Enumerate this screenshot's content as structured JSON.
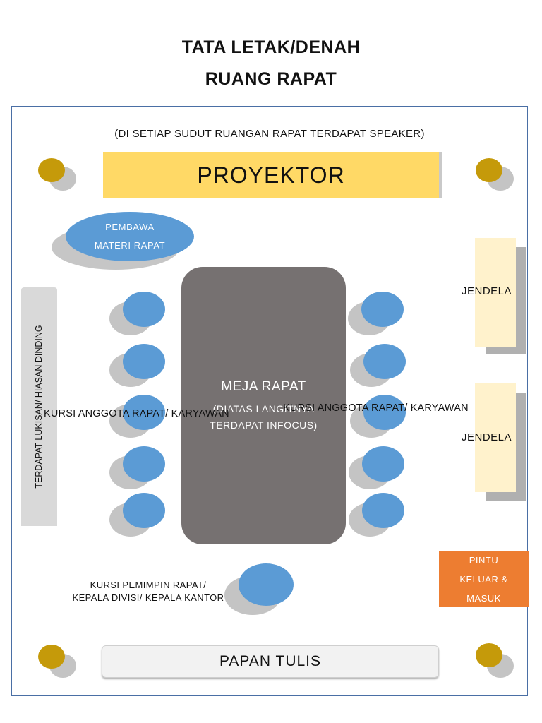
{
  "title_line1": "TATA LETAK/DENAH",
  "title_line2": "RUANG RAPAT",
  "speaker_note": "(DI SETIAP SUDUT RUANGAN RAPAT TERDAPAT SPEAKER)",
  "projector": "PROYEKTOR",
  "presenter": {
    "line1": "PEMBAWA",
    "line2": "MATERI RAPAT"
  },
  "wall_decor": "TERDAPAT LUKISAN/ HIASAN DINDING",
  "meeting_table": {
    "title": "MEJA RAPAT",
    "note_line1": "(DIATAS LANGITNYA",
    "note_line2": "TERDAPAT INFOCUS)"
  },
  "chairs_left_label": "KURSI ANGGOTA RAPAT/ KARYAWAN",
  "chairs_right_label": "KURSI ANGGOTA RAPAT/ KARYAWAN",
  "window_top": "JENDELA",
  "window_bottom": "JENDELA",
  "door": {
    "line1": "PINTU",
    "line2": "KELUAR &",
    "line3": "MASUK"
  },
  "leader": {
    "line1": "KURSI PEMIMPIN RAPAT/",
    "line2": "KEPALA DIVISI/ KEPALA KANTOR"
  },
  "whiteboard": "PAPAN TULIS",
  "colors": {
    "projector": "#ffd966",
    "speaker": "#c59a0a",
    "chair": "#5b9bd5",
    "table": "#767171",
    "window": "#fff2cc",
    "door": "#ed7d31",
    "wall_decor": "#d9d9d9"
  }
}
